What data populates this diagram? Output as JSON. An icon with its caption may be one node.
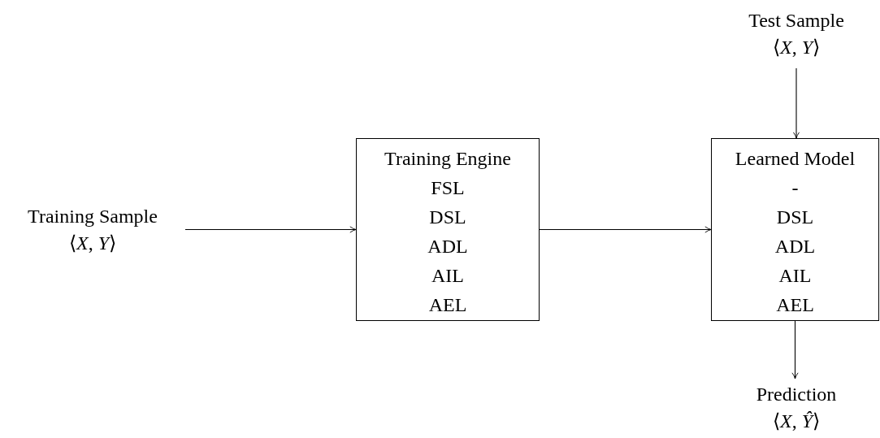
{
  "diagram": {
    "nodes": [
      {
        "text": [
          "Training Sample",
          "⟨*X*, *Y*⟩"
        ]
      },
      {
        "text": [
          "Training Engine",
          "FSL",
          "DSL",
          "ADL",
          "AIL",
          "AEL"
        ]
      },
      {
        "text": [
          "Test Sample",
          "⟨*X*, *Y*⟩"
        ]
      },
      {
        "text": [
          "Learned Model",
          "-",
          "DSL",
          "ADL",
          "AIL",
          "AEL"
        ]
      },
      {
        "text": [
          "Prediction",
          "⟨*X*, *Ŷ*⟩"
        ]
      }
    ],
    "edges": [
      {
        "from": 0,
        "to": 1,
        "arrow": "to"
      },
      {
        "from": 1,
        "to": 3,
        "arrow": "to"
      },
      {
        "from": 2,
        "to": 3,
        "arrow": "to"
      },
      {
        "from": 3,
        "to": 4,
        "arrow": "to"
      }
    ]
  }
}
